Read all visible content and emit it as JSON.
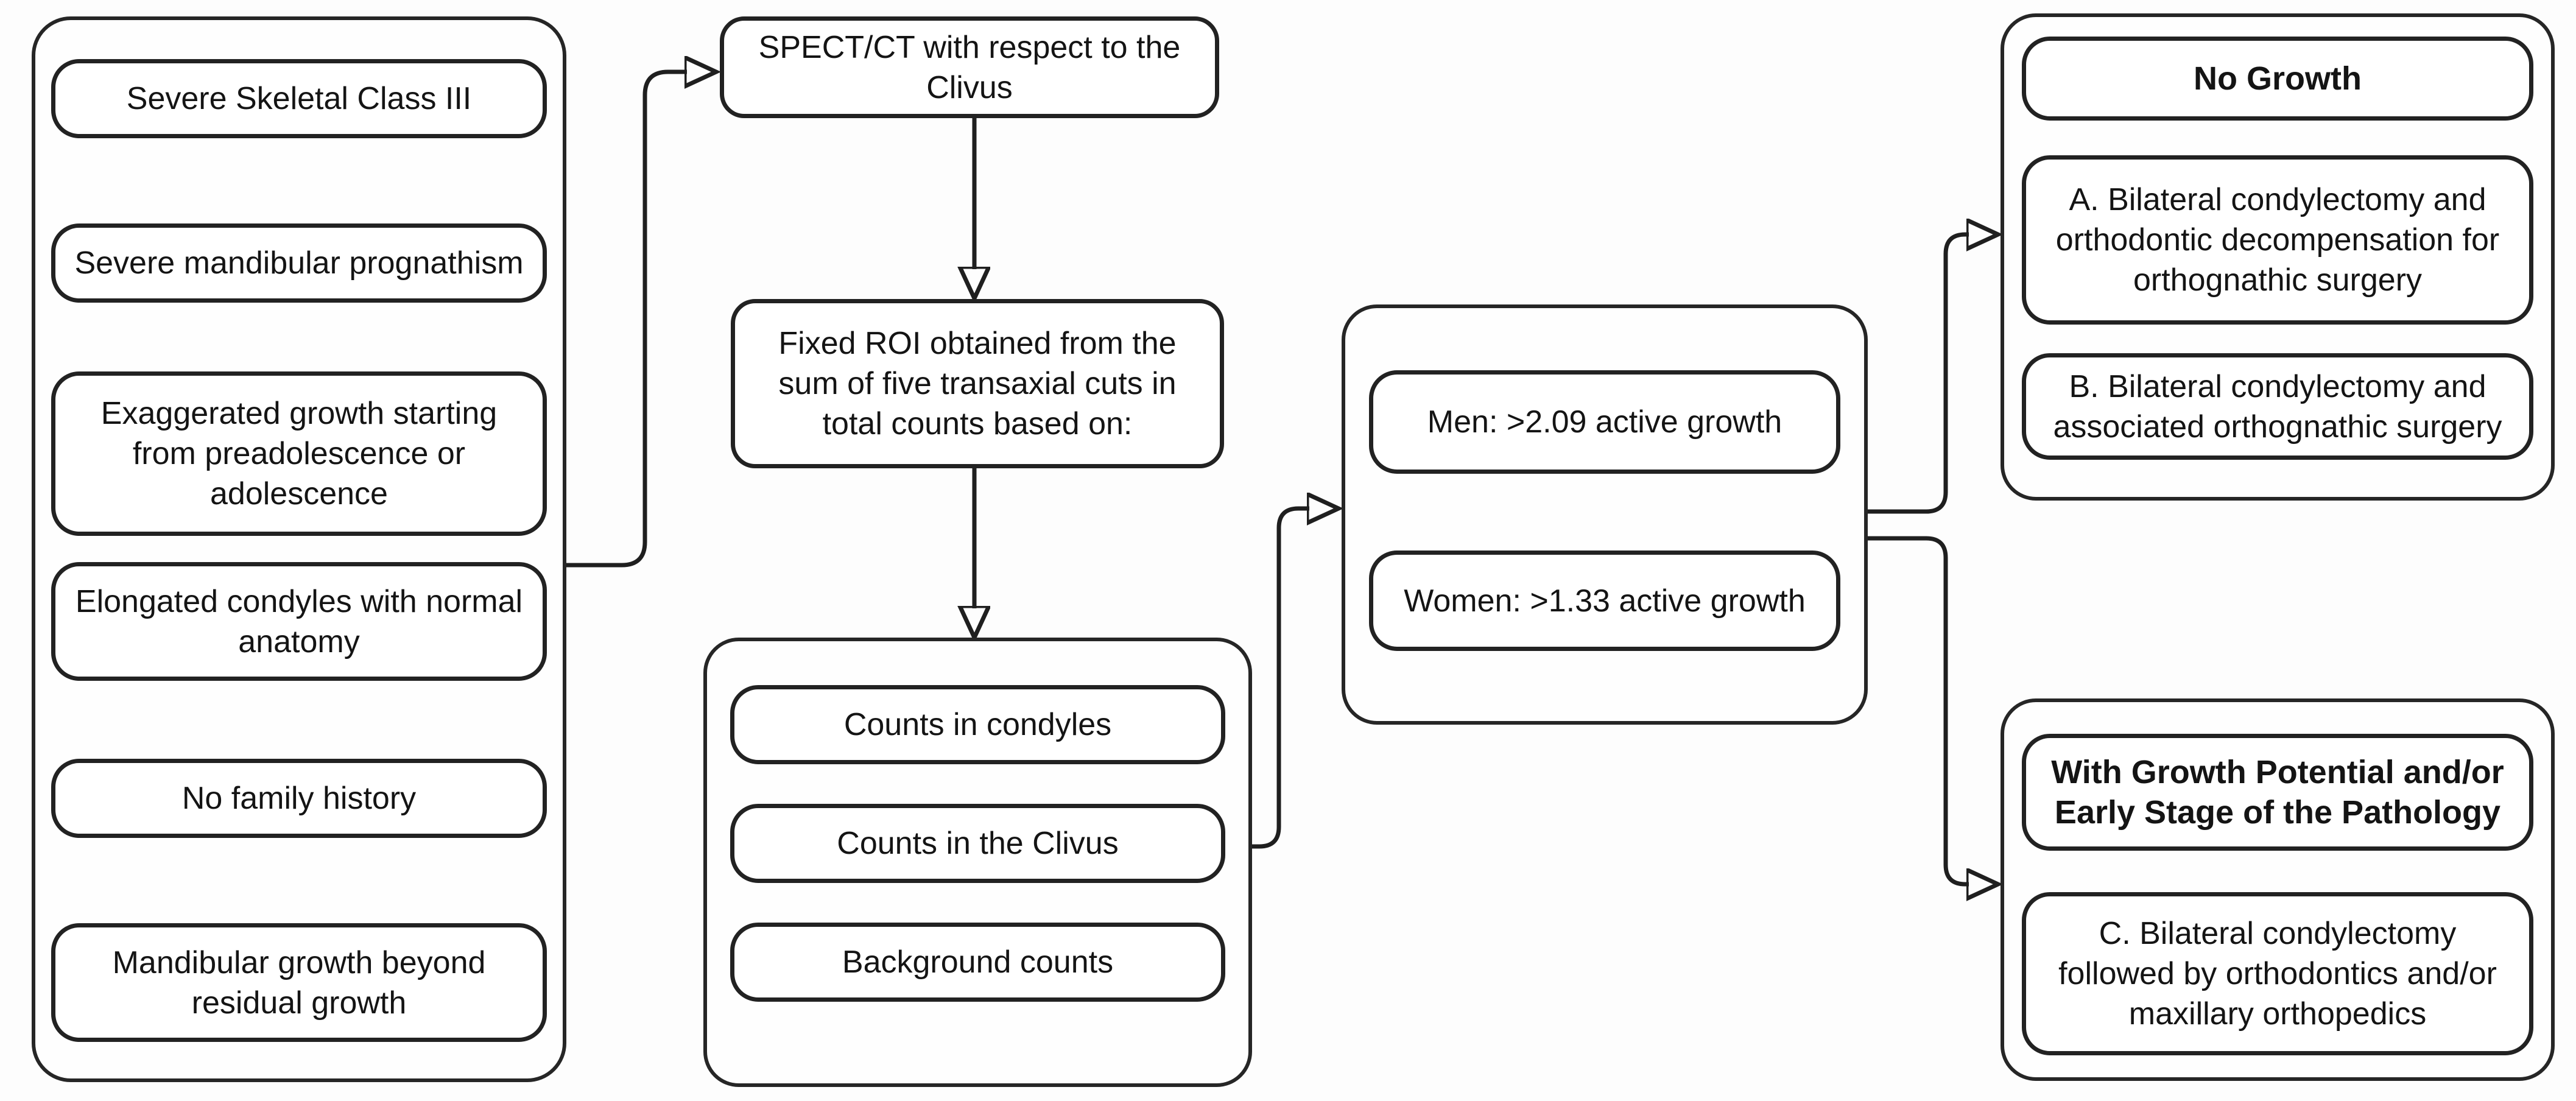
{
  "figure": {
    "type": "clinical-decision-flowchart",
    "background_color": "#fdfdfd",
    "line_color": "#1f1f1f",
    "text_color": "#141414"
  },
  "criteria": {
    "items": [
      "Severe Skeletal Class III",
      "Severe mandibular prognathism",
      "Exaggerated growth starting\nfrom preadolescence or\nadolescence",
      "Elongated condyles with normal\nanatomy",
      "No family history",
      "Mandibular growth beyond\nresidual growth"
    ]
  },
  "imaging": {
    "label": "SPECT/CT with respect to the\nClivus"
  },
  "roi": {
    "label": "Fixed ROI obtained from the\nsum of five transaxial cuts in\ntotal counts based on:"
  },
  "counts": {
    "items": [
      "Counts in condyles",
      "Counts in the Clivus",
      "Background counts"
    ]
  },
  "thresholds": {
    "items": [
      "Men: >2.09 active growth",
      "Women: >1.33 active growth"
    ]
  },
  "no_growth": {
    "title": "No Growth",
    "options": [
      "A. Bilateral condylectomy and\northodontic decompensation for\northognathic surgery",
      "B. Bilateral condylectomy and\nassociated orthognathic surgery"
    ]
  },
  "growth_potential": {
    "title": "With Growth Potential and/or\nEarly Stage of the Pathology",
    "options": [
      "C. Bilateral condylectomy\nfollowed by orthodontics and/or\nmaxillary orthopedics"
    ]
  }
}
